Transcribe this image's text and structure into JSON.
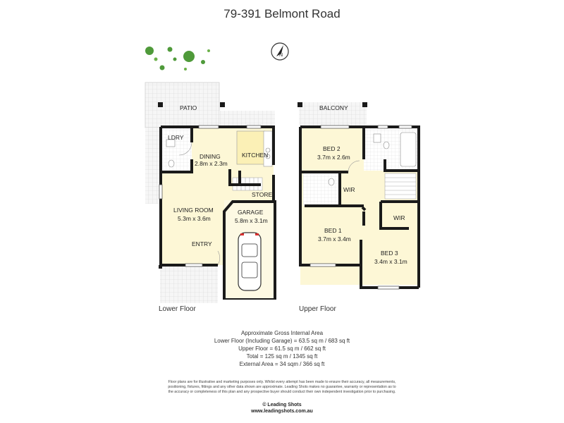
{
  "title": "79-391 Belmont Road",
  "rooms": {
    "patio": "PATIO",
    "ldry": "LDRY",
    "dining": "DINING",
    "dining_dim": "2.8m x 2.3m",
    "kitchen": "KITCHEN",
    "store": "STORE",
    "living": "LIVING ROOM",
    "living_dim": "5.3m x 3.6m",
    "garage": "GARAGE",
    "garage_dim": "5.8m x 3.1m",
    "entry": "ENTRY",
    "balcony": "BALCONY",
    "bed2": "BED 2",
    "bed2_dim": "3.7m x 2.6m",
    "wir1": "WIR",
    "bed1": "BED 1",
    "bed1_dim": "3.7m x 3.4m",
    "wir2": "WIR",
    "bed3": "BED 3",
    "bed3_dim": "3.4m x 3.1m"
  },
  "compass": "N",
  "floors": {
    "lower": "Lower Floor",
    "upper": "Upper Floor"
  },
  "areas": [
    "Approximate Gross Internal Area",
    "Lower Floor (Including Garage) = 63.5 sq m / 683 sq ft",
    "Upper Floor = 61.5 sq m / 662 sq ft",
    "Total = 125 sq m / 1345 sq ft",
    "External Area = 34 sqm / 366 sq ft"
  ],
  "disclaimer": [
    "Floor plans are for illustrative and marketing purposes only. Whilst every attempt has been made to ensure their accuracy, all measurements,",
    "positioning, fixtures, fittings and any other data shown are approximate. Leading Shots makes no guarantee, warranty or representation as to",
    "the accuracy or completeness of this plan and any prospective buyer should conduct their own independent investigation prior to purchasing."
  ],
  "copyright": "© Leading Shots",
  "website": "www.leadingshots.com.au",
  "colors": {
    "wall": "#1a1a1a",
    "floor": "#fdf7d6",
    "tile": "#e6e6e6",
    "garage_floor": "#fdf9e3",
    "plant": "#4f9a3a",
    "car_accent": "#d93030"
  }
}
